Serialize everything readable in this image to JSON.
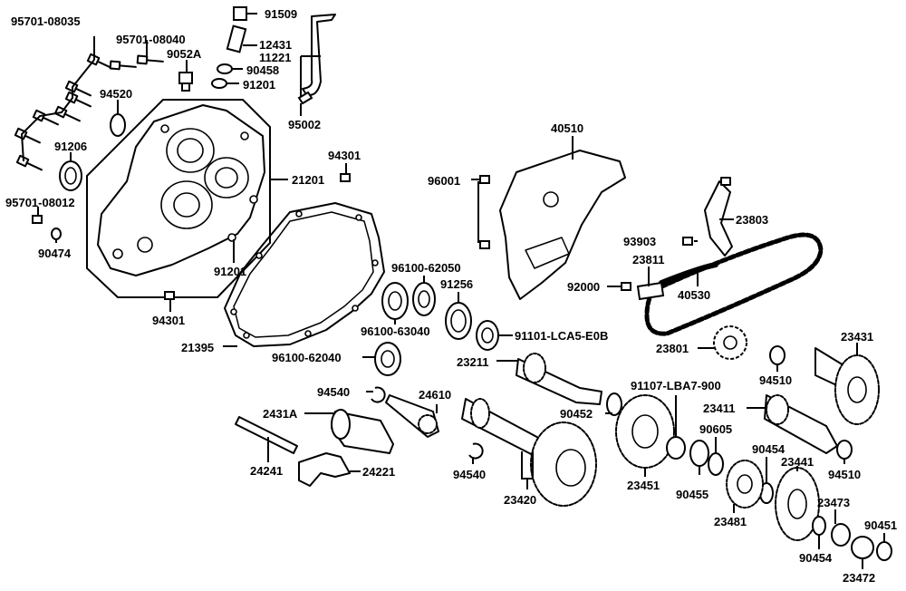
{
  "labels": {
    "p95701_08035": "95701-08035",
    "p95701_08040": "95701-08040",
    "p91509": "91509",
    "p12431": "12431",
    "p11221": "11221",
    "p9052A": "9052A",
    "p90458": "90458",
    "p91201_top": "91201",
    "p94520": "94520",
    "p91206": "91206",
    "p95002": "95002",
    "p95701_08012": "95701-08012",
    "p90474": "90474",
    "p21201": "21201",
    "p94301_top": "94301",
    "p91201_case": "91201",
    "p94301_bottom": "94301",
    "p40510": "40510",
    "p96001": "96001",
    "p23803": "23803",
    "p93903": "93903",
    "p23811": "23811",
    "p92000": "92000",
    "p40530": "40530",
    "p96100_62050": "96100-62050",
    "p91256": "91256",
    "p96100_63040": "96100-63040",
    "p91101": "91101-LCA5-E0B",
    "p21395": "21395",
    "p96100_62040": "96100-62040",
    "p23801": "23801",
    "p23211": "23211",
    "p23431": "23431",
    "p94510_top": "94510",
    "p91107": "91107-LBA7-900",
    "p23411": "23411",
    "p94540_top": "94540",
    "p24610": "24610",
    "p2431A": "2431A",
    "p90452": "90452",
    "p90605": "90605",
    "p90454_top": "90454",
    "p23441": "23441",
    "p94510_bottom": "94510",
    "p24241": "24241",
    "p24221": "24221",
    "p94540_bottom": "94540",
    "p23451": "23451",
    "p90455": "90455",
    "p23473": "23473",
    "p90451": "90451",
    "p23420": "23420",
    "p23481": "23481",
    "p90454_bottom": "90454",
    "p23472": "23472"
  }
}
